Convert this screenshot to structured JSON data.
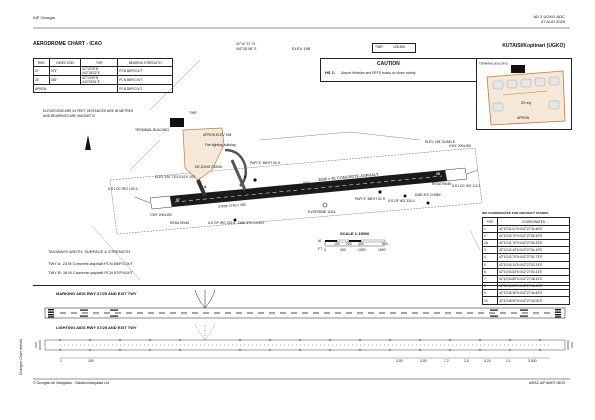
{
  "header": {
    "publisher": "AIP Georgia",
    "page_id": "AD 2.UGKO-ADC",
    "date": "07 AUG 2025",
    "chart_title": "AERODROME CHART - ICAO",
    "coord_lat": "42°10' 37\" N",
    "coord_lon": "042°28' 58\" E",
    "elev": "ELEV 198'",
    "twr_label": "TWR",
    "twr_freq": "128.500",
    "airport_name": "KUTAISI/Kopitnari (UGKO)"
  },
  "runway_table": {
    "headers": [
      "RWY",
      "DIRECTION",
      "THR",
      "BEARING STRENGTH"
    ],
    "rows": [
      [
        "07",
        "073°",
        "42°10'20\"N 042°28'02\"E",
        "PCN 85/F/C/X/T"
      ],
      [
        "25",
        "253°",
        "42°10'49\"N 042°29'51\"E",
        "PCN 85/F/C/X/T"
      ],
      [
        "APRON",
        "",
        "",
        "PCN 85/F/C/X/T"
      ]
    ]
  },
  "caution": {
    "title": "CAUTION",
    "hs": "HS 1:",
    "text": "Airport Vehicles and RFFS trucks on close vicinity"
  },
  "notes": {
    "units_line1": "ELEVATIONS ARE IN FEET, DISTANCES ARE IN METRES",
    "units_line2": "AND BEARINGS ARE MAGNETIC.",
    "twy_title": "TAXIWAYS WIDTH, SURFACE & STRENGTH",
    "twy_a": "TWY A:  23 M Concrete-asphalt PCN 85/F/C/X/T",
    "twy_b": "TWY B:  18 M Concrete-asphalt PCN 57/F/A/X/T"
  },
  "map_labels": {
    "runway_dim": "2500 x 45 CONCRETE-ASPHALT",
    "strip": "STRIP 2740 x 300",
    "terminal": "TERMINAL BUILDING",
    "apron_elev": "APRON ELEV 196'",
    "fire": "Fire-fighting building",
    "deicing": "DE-ICING STAND",
    "twr_obj": "TWR",
    "papi07": "PAPI 3° MEHT 60 ft",
    "papi25": "PAPI 3° MEHT 61 ft",
    "elev07": "ELEV 192' TDZ ELEV 192'",
    "elev25": "ELEV 198' GUND 8'",
    "ils_loc07": "ILS LOC IRO 109.3",
    "ils_loc25": "ILS LOC IKS 110.1",
    "ils_gp07": "ILS GP IRO 332.6",
    "ils_gp25": "ILS GP IKS 334.4",
    "dme07": "DME IRO CH30X",
    "dme25": "DME IKS CH38X",
    "dvor": "DVOR/DME 115.6",
    "cwy07": "CWY 200x150",
    "cwy25": "CWY 200x150",
    "resa07": "RESA 90x45",
    "resa25": "RESA 90x45",
    "hs1": "HS1",
    "rwy07": "07",
    "rwy25": "25",
    "twy_a_lbl": "A",
    "twy_b_lbl": "B"
  },
  "inset": {
    "terminal": "TERMINAL BUILDING",
    "apron": "APRON",
    "area": "20 eq"
  },
  "scale": {
    "label": "SCALE 1:15000",
    "ticks": [
      "M",
      "0",
      "100",
      "200",
      "300",
      "500"
    ],
    "ticks_ft": [
      "FT",
      "0",
      "300",
      "1000",
      "1500"
    ]
  },
  "stands_table": {
    "title": "INS COORDINATES FOR AIRCRAFT STANDS",
    "headers": [
      "POS",
      "COORDINATES"
    ],
    "rows": [
      [
        "1",
        "42°10'41.02\"N 042°27'34.46\"E"
      ],
      [
        "2",
        "42°10'40.70\"N 042°27'55.40\"E"
      ],
      [
        "2A",
        "42°10'41.76\"N 042°27'56.33\"E"
      ],
      [
        "3",
        "42°10'42.43\"N 042°27'54.43\"E"
      ],
      [
        "4",
        "42°10'42.79\"N 042°27'52.73\"E"
      ],
      [
        "5",
        "42°10'43.14\"N 042°27'52.24\"E"
      ],
      [
        "6",
        "42°10'43.53\"N 042°27'50.33\"E"
      ],
      [
        "7",
        "42°10'43.85\"N 042°27'48.43\"E"
      ],
      [
        "8",
        "42°10'44.20\"N 042°27'46.45\"E"
      ],
      [
        "9",
        "42°10'45.38\"N 042°27'44.83\"E"
      ],
      [
        "10",
        "42°10'45.90\"N 042°27'43.06\"E"
      ]
    ]
  },
  "lighting": {
    "marking_title": "MARKING AIDS RWY 07/25 AND EXIT TWY",
    "lighting_title": "LIGHTING AIDS RWY 07/25 AND EXIT TWY",
    "dist_labels": [
      "1",
      "100",
      "3.00",
      "3.00",
      "7.2",
      "2.5",
      "3.24",
      "1.1",
      "3.000"
    ]
  },
  "footer": {
    "copyright": "© Georgian Air Navigation - Sakaeronavigatsia Ltd",
    "amdt": "AIRAC AIP AMDT 08/25",
    "side": "Changes: Chart revised"
  },
  "colors": {
    "apron": "#f5e8d8",
    "apron_border": "#c07a3a",
    "runway": "#1a1a1a",
    "stand_fill": "#e8e8e8"
  }
}
